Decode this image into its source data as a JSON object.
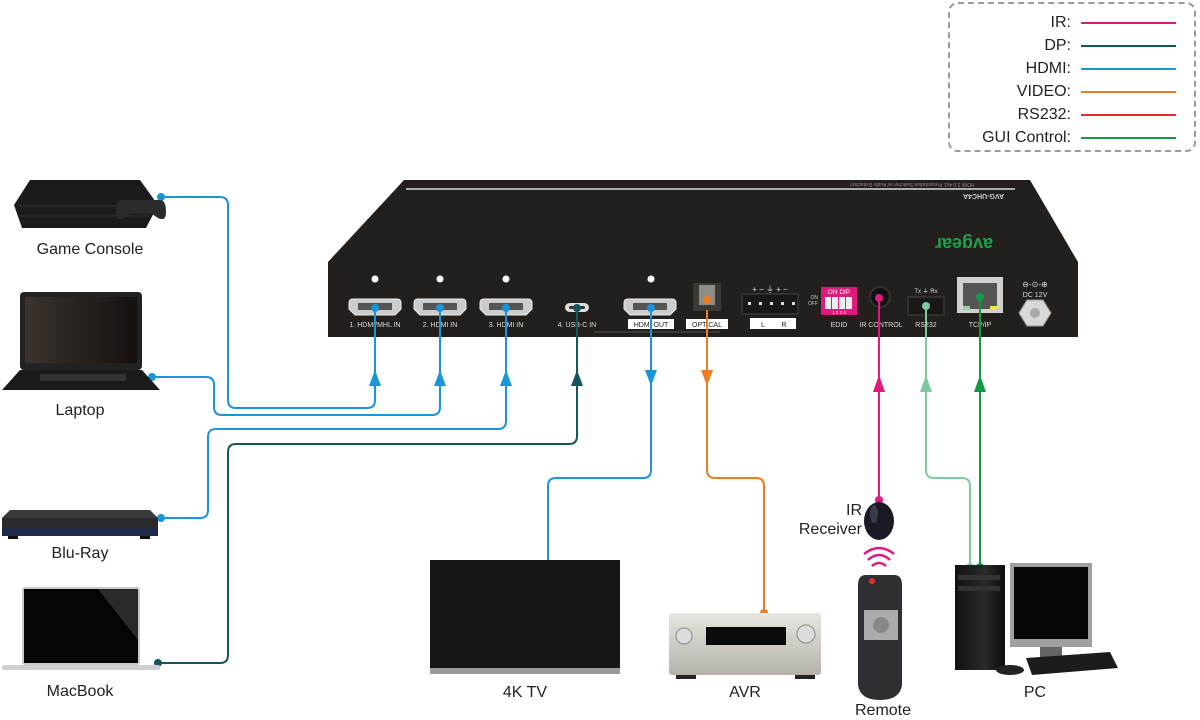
{
  "legend": {
    "items": [
      {
        "label": "IR:",
        "color": "#e0197d"
      },
      {
        "label": "DP:",
        "color": "#16555e"
      },
      {
        "label": "HDMI:",
        "color": "#1a95d8"
      },
      {
        "label": "VIDEO:",
        "color": "#ec7d24"
      },
      {
        "label": "RS232:",
        "color": "#e02b2b"
      },
      {
        "label": "GUI Control:",
        "color": "#13994a"
      }
    ]
  },
  "device": {
    "brand": "avgear",
    "model": "AVG-UHC4A",
    "subtitle": "HDMI 2.0 4x1 Presentation Switcher w/ Audio Extraction",
    "ports": {
      "hdmi1": "1. HDMI/MHL IN",
      "hdmi2": "2. HDMI IN",
      "hdmi3": "3. HDMI IN",
      "usbc": "4. USB-C IN",
      "hdmi_out": "HDMI OUT",
      "optical": "OPTICAL",
      "audio_l": "L",
      "audio_r": "R",
      "audio_terms": "+ − ⏚ + −",
      "edid": "EDID",
      "dip_title": "ON DIP",
      "dip_on": "ON",
      "dip_off": "OFF",
      "dip_nums": "1 2 3 4",
      "ir_control": "IR CONTROL",
      "rs232": "RS232",
      "rs232_pins": "Tx ⏚ Rx",
      "tcpip": "TCP/IP",
      "dc": "DC 12V"
    }
  },
  "sources": [
    {
      "label": "Game Console"
    },
    {
      "label": "Laptop"
    },
    {
      "label": "Blu-Ray"
    },
    {
      "label": "MacBook"
    }
  ],
  "outputs": [
    {
      "label": "4K TV"
    },
    {
      "label": "AVR"
    },
    {
      "label": "Remote"
    },
    {
      "label": "PC"
    }
  ],
  "ir_receiver": {
    "label_line1": "IR",
    "label_line2": "Receiver"
  },
  "colors": {
    "hdmi": "#1a95d8",
    "dp": "#16555e",
    "video": "#ec7d24",
    "ir": "#e0197d",
    "rs232": "#7ec9a0",
    "gui": "#13994a",
    "device_body": "#231f1c"
  }
}
